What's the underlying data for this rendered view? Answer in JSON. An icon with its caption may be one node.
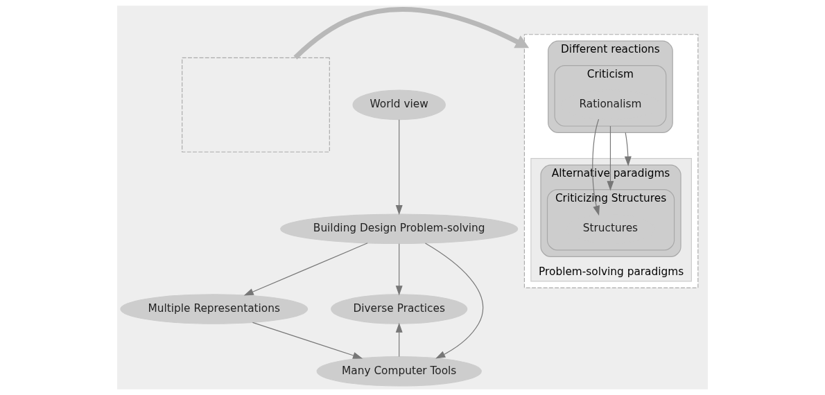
{
  "diagram": {
    "nodes": [
      {
        "text": [],
        "shape": "box"
      },
      {
        "text": [
          "World view"
        ]
      },
      {
        "text": [
          "Building Design Problem-solving"
        ]
      },
      {
        "text": [
          "Multiple Representations"
        ]
      },
      {
        "text": [
          "Diverse Practices"
        ]
      },
      {
        "text": [
          "Many Computer Tools"
        ]
      },
      {
        "text": [],
        "shape": "box"
      },
      {
        "text": [
          "Different reactions"
        ],
        "in": 6
      },
      {
        "text": [
          "Criticism"
        ],
        "in": 7
      },
      {
        "text": [
          "Rationalism"
        ],
        "in": 8
      },
      {
        "text": [
          "Problem-solving paradigms"
        ],
        "in": 6
      },
      {
        "text": [
          "Alternative paradigms"
        ],
        "in": 10
      },
      {
        "text": [
          "Criticizing Structures"
        ],
        "in": 11
      },
      {
        "text": [
          "Structures"
        ],
        "in": 12
      }
    ],
    "edges": [
      {
        "from": 1,
        "to": 2,
        "arrow": "to"
      },
      {
        "from": 2,
        "to": 3,
        "arrow": "to"
      },
      {
        "from": 2,
        "to": 4,
        "arrow": "to"
      },
      {
        "from": 2,
        "to": 5,
        "arrow": "to"
      },
      {
        "from": 3,
        "to": 5,
        "arrow": "to"
      },
      {
        "from": 5,
        "to": 4,
        "arrow": "to"
      },
      {
        "from": 0,
        "to": 6,
        "arrow": "to",
        "style": "thick",
        "color": "#b8b8b8"
      },
      {
        "from": 9,
        "to": 13,
        "arrow": "to"
      },
      {
        "from": 8,
        "to": 12,
        "arrow": "to"
      },
      {
        "from": 7,
        "to": 11,
        "arrow": "to"
      }
    ]
  }
}
